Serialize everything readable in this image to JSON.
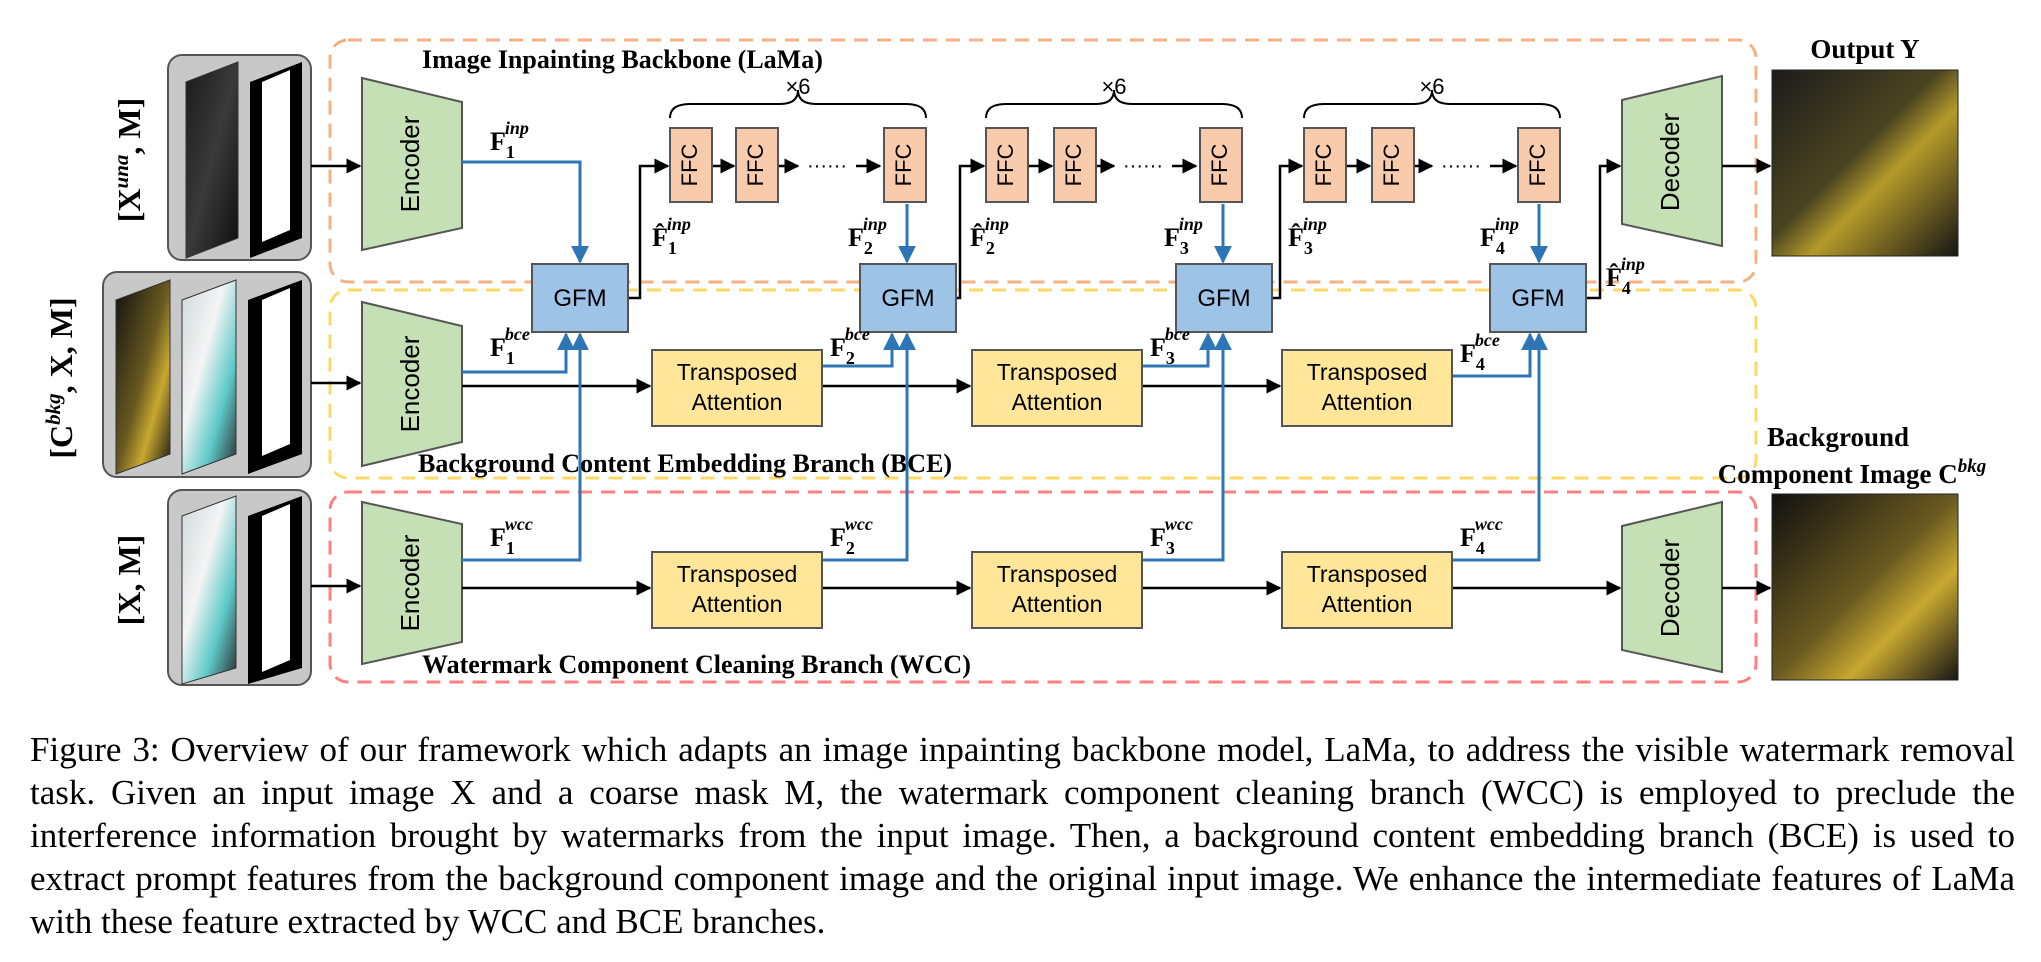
{
  "branches": {
    "lama_title": "Image Inpainting Backbone (LaMa)",
    "bce_title": "Background Content Embedding Branch (BCE)",
    "wcc_title": "Watermark Component Cleaning Branch (WCC)"
  },
  "inputs": {
    "lama": {
      "text": "[X",
      "sup": "una",
      "tail": ", M]"
    },
    "bce": {
      "text": "[C",
      "sup": "bkg",
      "tail": ", X, M]"
    },
    "wcc": {
      "text": "[X, M]"
    }
  },
  "outputs": {
    "y_label": "Output Y",
    "bkg_line1": "Background",
    "bkg_line2": "Component Image C",
    "bkg_sup": "bkg"
  },
  "modules": {
    "encoder": "Encoder",
    "decoder": "Decoder",
    "ffc": "FFC",
    "gfm": "GFM",
    "ta_line1": "Transposed",
    "ta_line2": "Attention",
    "repeat": "×6",
    "dots": "······"
  },
  "features": {
    "f": "F",
    "fhat": "F̂",
    "inp": "inp",
    "bce": "bce",
    "wcc": "wcc",
    "idx": [
      "1",
      "2",
      "3",
      "4"
    ]
  },
  "caption": "Figure 3: Overview of our framework which adapts an image inpainting backbone model, LaMa, to address the visible watermark removal task. Given an input image X and a coarse mask M, the watermark component cleaning branch (WCC) is employed to preclude the interference information brought by watermarks from the input image. Then, a background content embedding branch (BCE) is used to extract prompt features from the background component image and the original input image. We enhance the intermediate features of LaMa with these feature extracted by WCC and BCE branches.",
  "colors": {
    "lama_border": "#f4b183",
    "bce_border": "#ffd966",
    "wcc_border": "#ff8080",
    "encoder_fill": "#c5e0b4",
    "ffc_fill": "#f8cbad",
    "gfm_fill": "#9dc3e6",
    "ta_fill": "#ffe699",
    "blue_arrow": "#2e75b6"
  }
}
